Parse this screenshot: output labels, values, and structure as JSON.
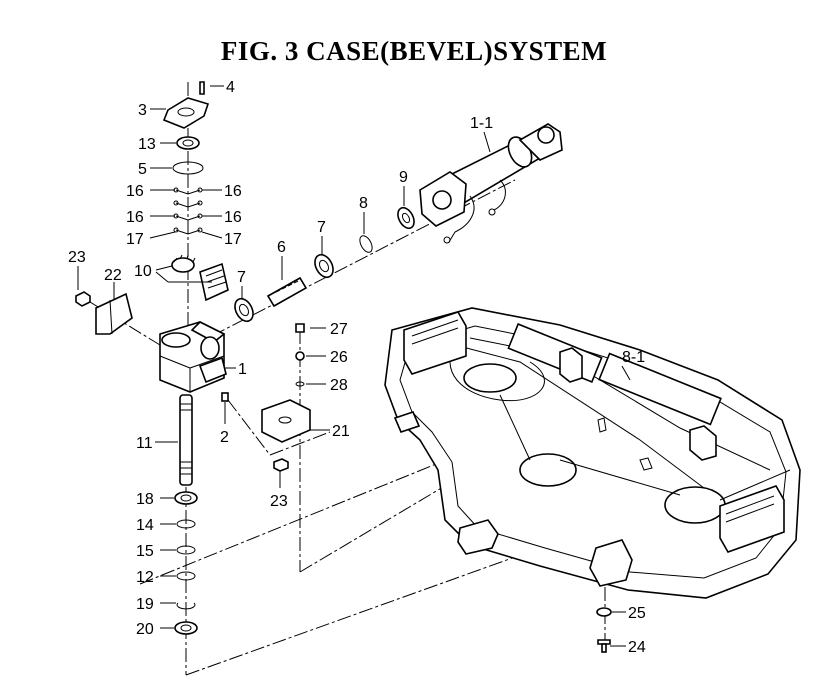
{
  "title": "FIG. 3  CASE(BEVEL)SYSTEM",
  "callouts": [
    {
      "id": "c-4",
      "label": "4"
    },
    {
      "id": "c-3",
      "label": "3"
    },
    {
      "id": "c-13",
      "label": "13"
    },
    {
      "id": "c-5",
      "label": "5"
    },
    {
      "id": "c-16a",
      "label": "16"
    },
    {
      "id": "c-16b",
      "label": "16"
    },
    {
      "id": "c-16c",
      "label": "16"
    },
    {
      "id": "c-16d",
      "label": "16"
    },
    {
      "id": "c-17a",
      "label": "17"
    },
    {
      "id": "c-17b",
      "label": "17"
    },
    {
      "id": "c-23a",
      "label": "23"
    },
    {
      "id": "c-22",
      "label": "22"
    },
    {
      "id": "c-10",
      "label": "10"
    },
    {
      "id": "c-7a",
      "label": "7"
    },
    {
      "id": "c-7b",
      "label": "7"
    },
    {
      "id": "c-6",
      "label": "6"
    },
    {
      "id": "c-8",
      "label": "8"
    },
    {
      "id": "c-9",
      "label": "9"
    },
    {
      "id": "c-1-1",
      "label": "1-1"
    },
    {
      "id": "c-27",
      "label": "27"
    },
    {
      "id": "c-26",
      "label": "26"
    },
    {
      "id": "c-28",
      "label": "28"
    },
    {
      "id": "c-1",
      "label": "1"
    },
    {
      "id": "c-2",
      "label": "2"
    },
    {
      "id": "c-21",
      "label": "21"
    },
    {
      "id": "c-11",
      "label": "11"
    },
    {
      "id": "c-23b",
      "label": "23"
    },
    {
      "id": "c-8-1",
      "label": "8-1"
    },
    {
      "id": "c-18",
      "label": "18"
    },
    {
      "id": "c-14",
      "label": "14"
    },
    {
      "id": "c-15",
      "label": "15"
    },
    {
      "id": "c-12",
      "label": "12"
    },
    {
      "id": "c-19",
      "label": "19"
    },
    {
      "id": "c-20",
      "label": "20"
    },
    {
      "id": "c-25",
      "label": "25"
    },
    {
      "id": "c-24",
      "label": "24"
    }
  ]
}
